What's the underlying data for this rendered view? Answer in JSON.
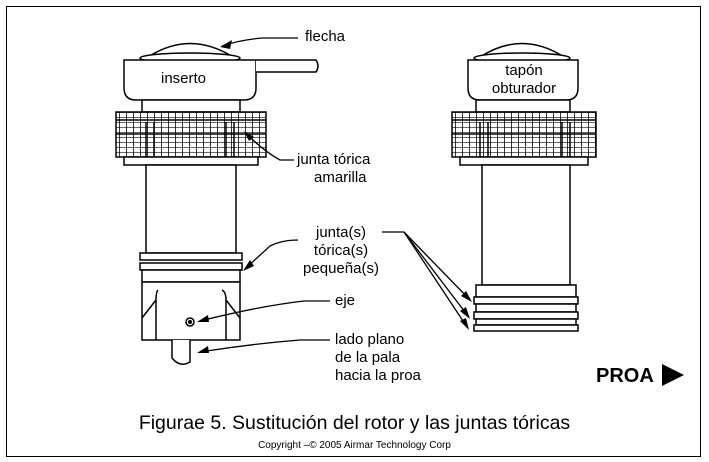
{
  "labels": {
    "flecha": "flecha",
    "inserto": "inserto",
    "tapon_line1": "tapón",
    "tapon_line2": "obturador",
    "junta_amarilla_line1": "junta tórica",
    "junta_amarilla_line2": "amarilla",
    "juntas_line1": "junta(s)",
    "juntas_line2": "tórica(s)",
    "juntas_line3": "pequeña(s)",
    "eje": "eje",
    "lado_line1": "lado plano",
    "lado_line2": "de la pala",
    "lado_line3": "hacia la proa",
    "proa": "PROA"
  },
  "caption": "Figurae 5. Sustitución del rotor y las juntas tóricas",
  "copyright": "Copyright –© 2005 Airmar Technology Corp",
  "icons": [
    "arrow-right-icon"
  ]
}
